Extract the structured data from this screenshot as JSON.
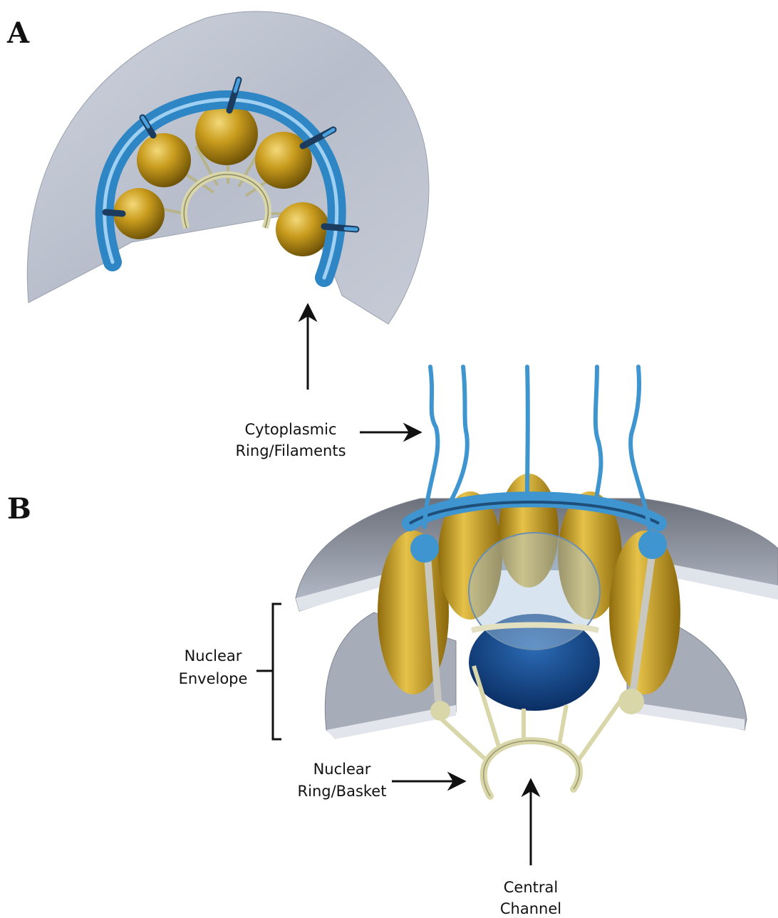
{
  "panels": {
    "a": {
      "letter": "A"
    },
    "b": {
      "letter": "B"
    }
  },
  "labels": {
    "cytoplasmic": {
      "line1": "Cytoplasmic",
      "line2": "Ring/Filaments"
    },
    "envelope": {
      "line1": "Nuclear",
      "line2": "Envelope"
    },
    "basket": {
      "line1": "Nuclear",
      "line2": "Ring/Basket"
    },
    "channel": {
      "line1": "Central",
      "line2": "Channel"
    }
  },
  "colors": {
    "membrane": "#b9bfcc",
    "ring_blue": "#3f95cf",
    "subunit_gold": "#c9a124",
    "basket": "#d9d7a9",
    "channel_dark": "#0d3f82",
    "arrow": "#111111"
  }
}
